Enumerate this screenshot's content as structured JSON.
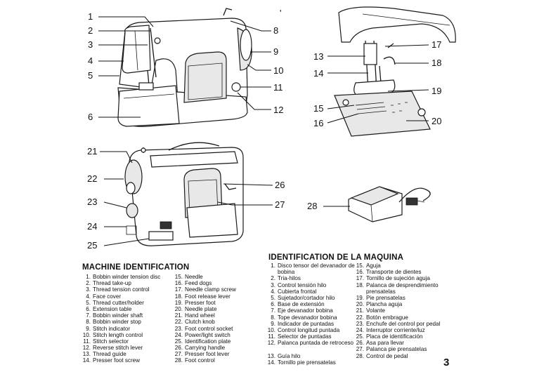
{
  "figures": {
    "front_callouts": [
      "1",
      "2",
      "3",
      "4",
      "5",
      "6",
      "8",
      "9",
      "10",
      "11",
      "12"
    ],
    "rear_callouts": [
      "21",
      "22",
      "23",
      "24",
      "25",
      "26",
      "27"
    ],
    "needle_callouts": [
      "13",
      "14",
      "15",
      "16",
      "17",
      "18",
      "19",
      "20"
    ],
    "pedal_callout": "28",
    "stray_mark": "'"
  },
  "english": {
    "title": "MACHINE IDENTIFICATION",
    "column1": [
      {
        "n": "1",
        "label": "Bobbin winder tension disc"
      },
      {
        "n": "2",
        "label": "Thread take-up"
      },
      {
        "n": "3",
        "label": "Thread tension control"
      },
      {
        "n": "4",
        "label": "Face cover"
      },
      {
        "n": "5",
        "label": "Thread cutter/holder"
      },
      {
        "n": "6",
        "label": "Extension table"
      },
      {
        "n": "7",
        "label": "Bobbin winder shaft"
      },
      {
        "n": "8",
        "label": "Bobbin winder stop"
      },
      {
        "n": "9",
        "label": "Stitch indicator"
      },
      {
        "n": "10",
        "label": "Stitch length control"
      },
      {
        "n": "11",
        "label": "Stitch selector"
      },
      {
        "n": "12",
        "label": "Reverse stitch lever"
      },
      {
        "n": "13",
        "label": "Thread guide"
      },
      {
        "n": "14",
        "label": "Presser foot screw"
      }
    ],
    "column2": [
      {
        "n": "15",
        "label": "Needle"
      },
      {
        "n": "16",
        "label": "Feed dogs"
      },
      {
        "n": "17",
        "label": "Needle clamp screw"
      },
      {
        "n": "18",
        "label": "Foot release lever"
      },
      {
        "n": "19",
        "label": "Presser foot"
      },
      {
        "n": "20",
        "label": "Needle plate"
      },
      {
        "n": "21",
        "label": "Hand wheel"
      },
      {
        "n": "22",
        "label": "Clutch knob"
      },
      {
        "n": "23",
        "label": "Foot control socket"
      },
      {
        "n": "24",
        "label": "Power/light switch"
      },
      {
        "n": "25",
        "label": "Identification plate"
      },
      {
        "n": "26",
        "label": "Carrying handle"
      },
      {
        "n": "27",
        "label": "Presser foot lever"
      },
      {
        "n": "28",
        "label": "Foot control"
      }
    ]
  },
  "spanish": {
    "title": "IDENTIFICATION DE LA MAQUINA",
    "column1": [
      {
        "n": "1",
        "label": "Disco tensor del devanador de bobina",
        "tall": true
      },
      {
        "n": "2",
        "label": "Tria-hilos"
      },
      {
        "n": "3",
        "label": "Control tensión hilo"
      },
      {
        "n": "4",
        "label": "Cubierta frontal"
      },
      {
        "n": "5",
        "label": "Sujetador/cortador hilo"
      },
      {
        "n": "6",
        "label": "Base de extensión"
      },
      {
        "n": "7",
        "label": "Eje devanador bobina"
      },
      {
        "n": "8",
        "label": "Tope devanador bobina"
      },
      {
        "n": "9",
        "label": "Indicador de puntadas"
      },
      {
        "n": "10",
        "label": "Control longitud puntada"
      },
      {
        "n": "11",
        "label": "Selector de puntadas"
      },
      {
        "n": "12",
        "label": "Palanca puntada de retroceso",
        "tall": true
      },
      {
        "n": "13",
        "label": "Guía hilo"
      },
      {
        "n": "14",
        "label": "Tornillo pie prensatelas"
      }
    ],
    "column2": [
      {
        "n": "15",
        "label": "Aguja"
      },
      {
        "n": "16",
        "label": "Transporte de dientes"
      },
      {
        "n": "17",
        "label": "Tornillo de sujeción aguja"
      },
      {
        "n": "18",
        "label": "Palanca de desprendimiento prensatelas",
        "tall": true
      },
      {
        "n": "19",
        "label": "Pie prensatelas"
      },
      {
        "n": "20",
        "label": "Plancha aguja"
      },
      {
        "n": "21",
        "label": "Volante"
      },
      {
        "n": "22",
        "label": "Botón embrague"
      },
      {
        "n": "23",
        "label": "Enchufe del control por pedal"
      },
      {
        "n": "24",
        "label": "Interruptor corriente/luz"
      },
      {
        "n": "25",
        "label": "Placa de identificación"
      },
      {
        "n": "26",
        "label": "Asa para llevar"
      },
      {
        "n": "27",
        "label": "Palanca pie prensatelas"
      },
      {
        "n": "28",
        "label": "Control de pedal"
      }
    ]
  },
  "page_number": "3"
}
